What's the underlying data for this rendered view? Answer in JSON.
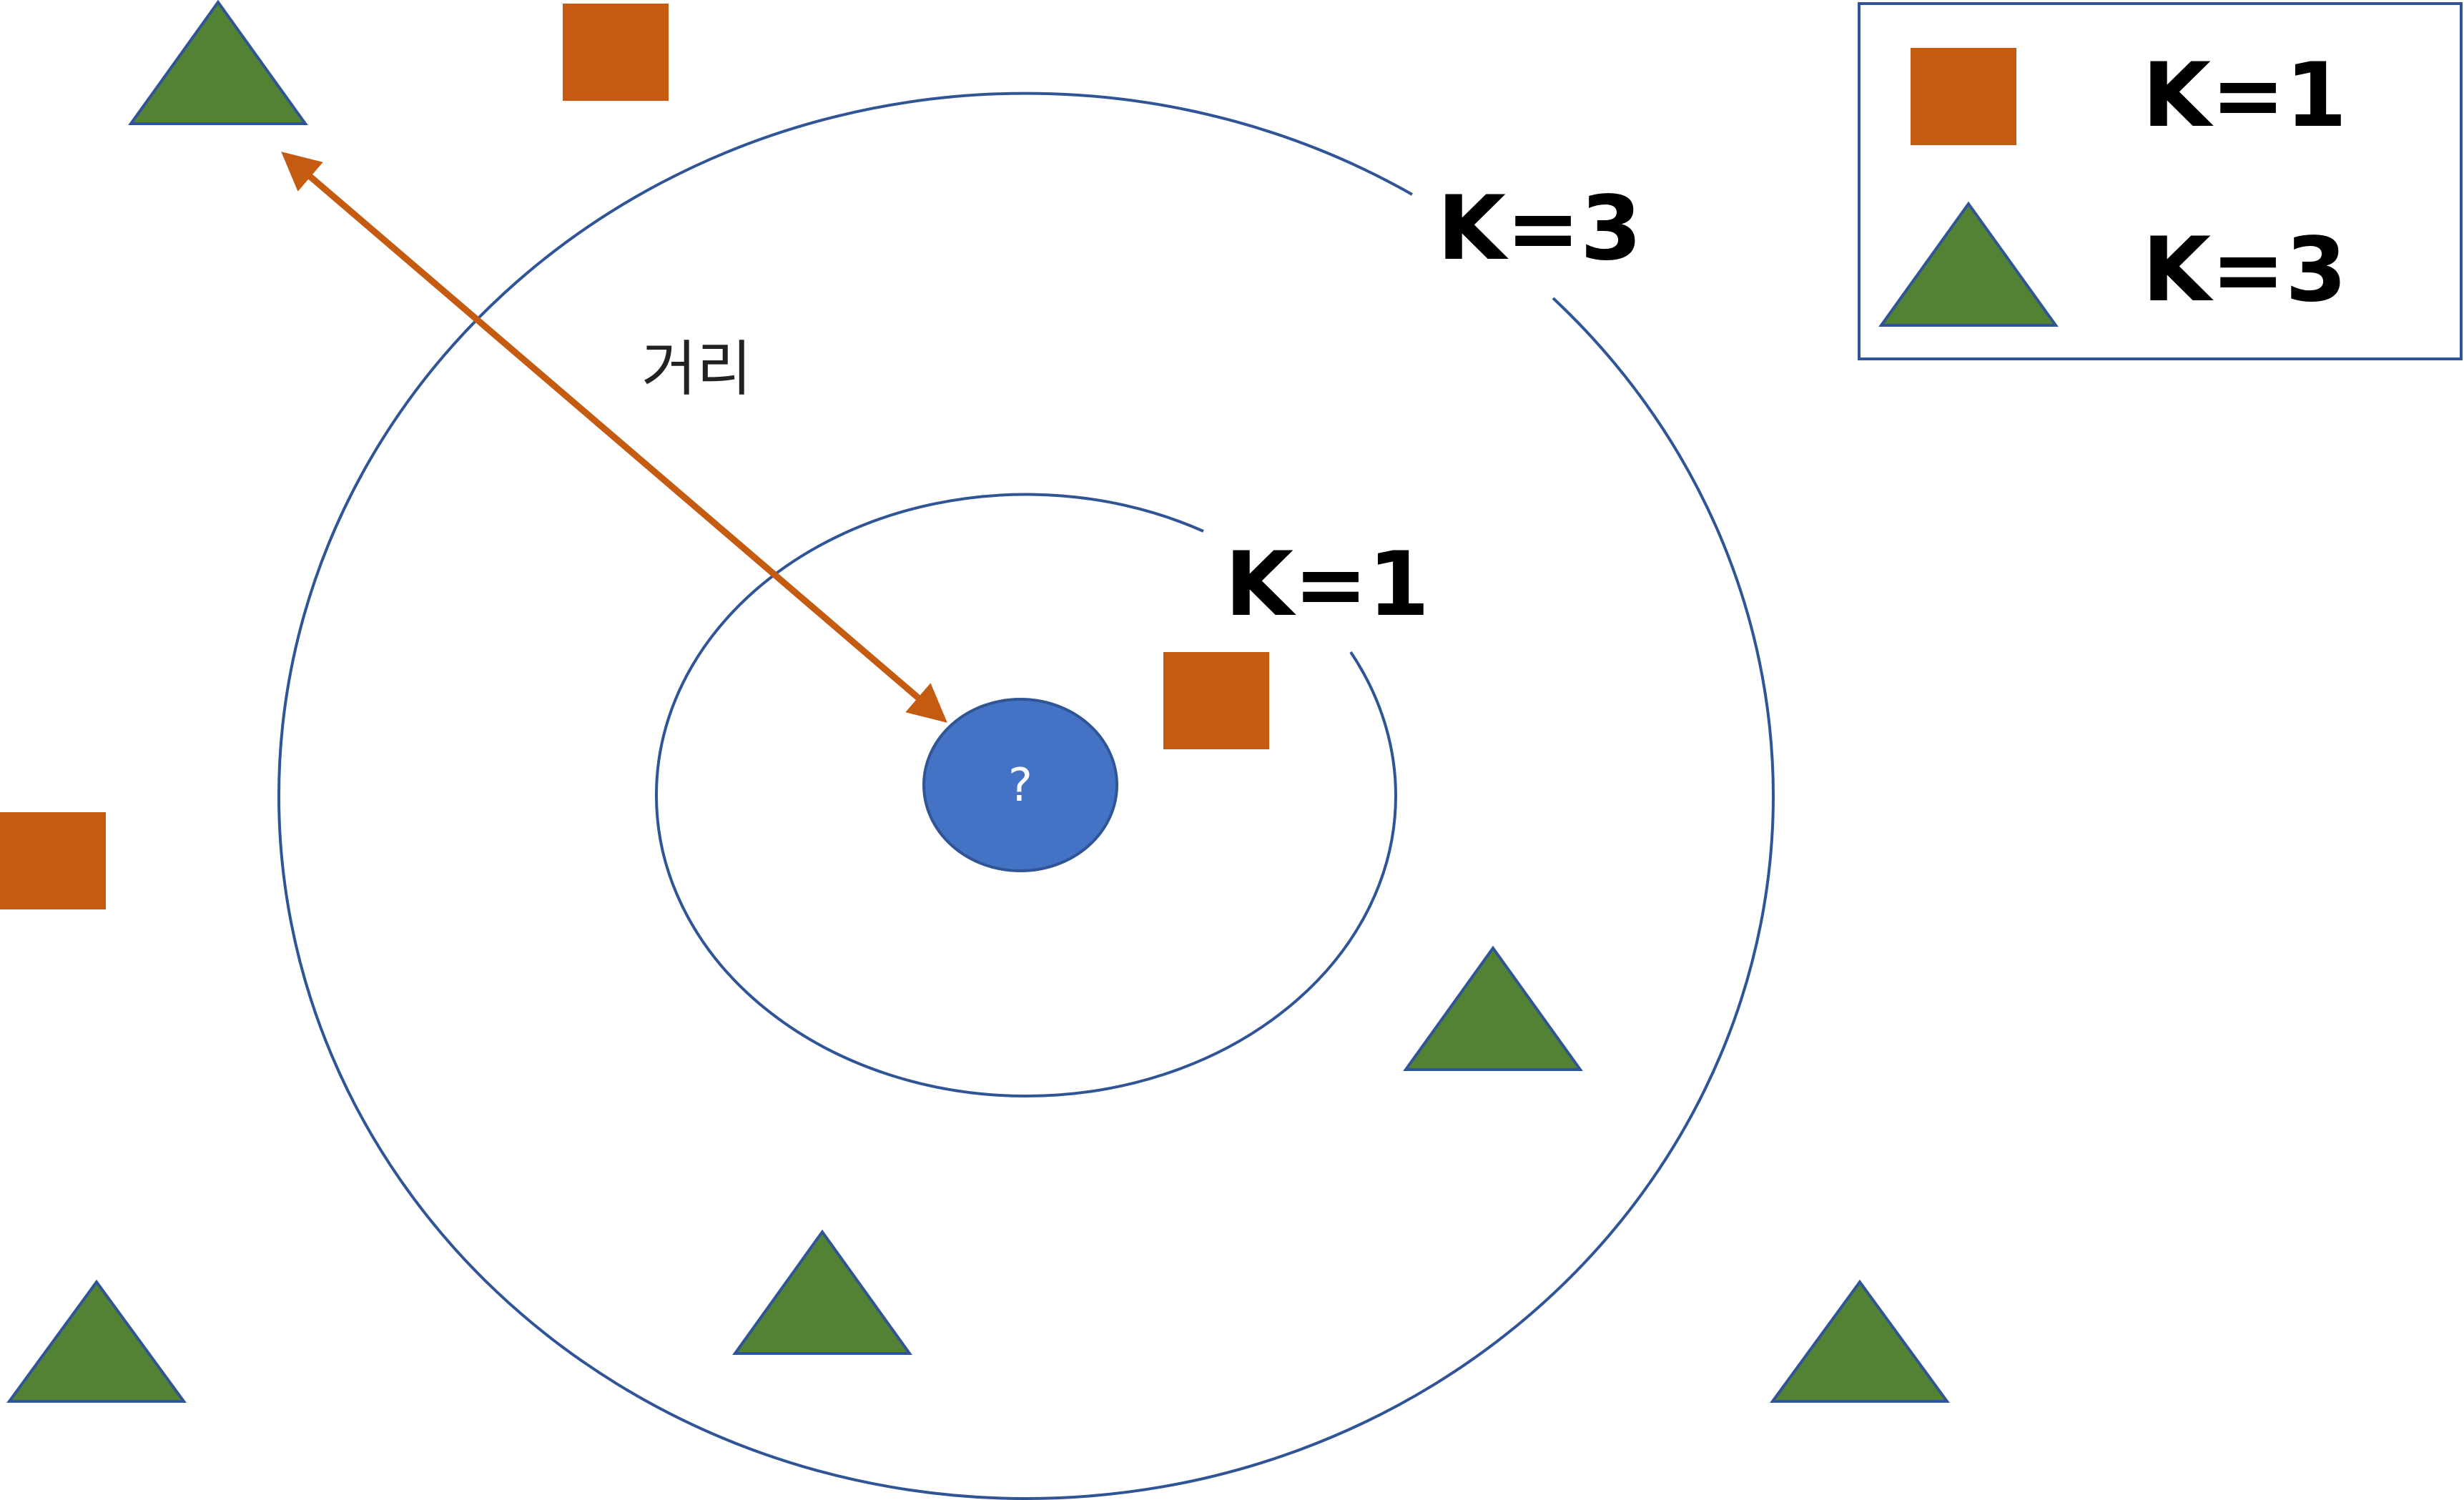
{
  "query_point": {
    "label": "?"
  },
  "circles": {
    "inner_label": "K=1",
    "outer_label": "K=3"
  },
  "distance_arrow": {
    "label": "거리"
  },
  "legend": {
    "items": [
      {
        "shape": "square-icon",
        "label": "K=1"
      },
      {
        "shape": "triangle-icon",
        "label": "K=3"
      }
    ]
  },
  "colors": {
    "square": "#c55a11",
    "triangle": "#548235",
    "triangle_stroke": "#2f5597",
    "query_fill": "#4472c4",
    "query_stroke": "#2f5597",
    "circle_stroke": "#2f5597",
    "arrow": "#c55a11",
    "legend_border": "#2f5597"
  }
}
